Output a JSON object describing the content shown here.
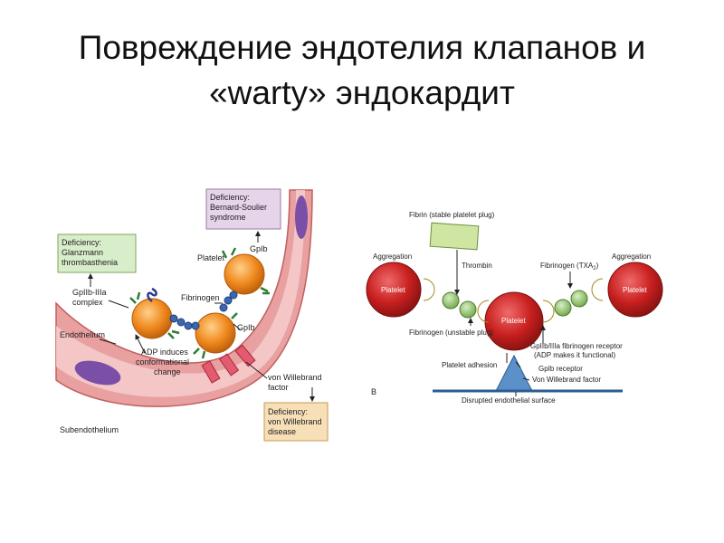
{
  "slide": {
    "title_line1": "Повреждение эндотелия клапанов и",
    "title_line2": "«warty» эндокардит"
  },
  "left_panel": {
    "deficiency_bs": [
      "Deficiency:",
      "Bernard-Soulier",
      "syndrome"
    ],
    "deficiency_gt": [
      "Deficiency:",
      "Glanzmann",
      "thrombasthenia"
    ],
    "deficiency_vwd": [
      "Deficiency:",
      "von Willebrand",
      "disease"
    ],
    "gpIb_top": "GpIb",
    "platelet": "Platelet",
    "gpIIb_complex": [
      "GpIIb-IIIa",
      "complex"
    ],
    "fibrinogen": "Fibrinogen",
    "gpIb_mid": "GpIb",
    "endothelium": "Endothelium",
    "adp_note": [
      "ADP induces",
      "conformational",
      "change"
    ],
    "vwf": [
      "von Willebrand",
      "factor"
    ],
    "subendothelium": "Subendothelium"
  },
  "right_panel": {
    "fibrin": "Fibrin (stable platelet plug)",
    "aggregation_left": "Aggregation",
    "aggregation_right": "Aggregation",
    "thrombin": "Thrombin",
    "fibrinogen_txa": "Fibrinogen (TXA",
    "txa_sub": "2",
    "txa_close": ")",
    "platelet_left": "Platelet",
    "platelet_center": "Platelet",
    "platelet_right": "Platelet",
    "fibrinogen_unstable": "Fibrinogen (unstable plug)",
    "gpIIb_receptor": "GpIIb/IIIa fibrinogen receptor",
    "adp_functional": "(ADP makes it functional)",
    "platelet_adhesion": "Platelet adhesion",
    "gpIb_receptor": "GpIb receptor",
    "vwf": "Von Willebrand factor",
    "surface": "Disrupted endothelial surface",
    "panel_label": "B"
  },
  "colors": {
    "vessel_wall": "#e8a0a0",
    "vessel_light": "#f6cfcf",
    "nucleus": "#7b4fa8",
    "platelet_orange": "#f08a1e",
    "platelet_red": "#c8201f",
    "fibrinogen_blue": "#3a67b0",
    "receptor_yellow": "#e8d35a",
    "receptor_green": "#8fc06b",
    "gt_box": "#d8edc9",
    "bs_box": "#e6d4ea",
    "vwd_box": "#f7dfb8",
    "fibrin_box": "#cfe6a3",
    "triangle": "#5c90c9"
  },
  "icons": [
    "platelet-icon",
    "fibrinogen-icon",
    "receptor-icon",
    "arrow-icon"
  ]
}
